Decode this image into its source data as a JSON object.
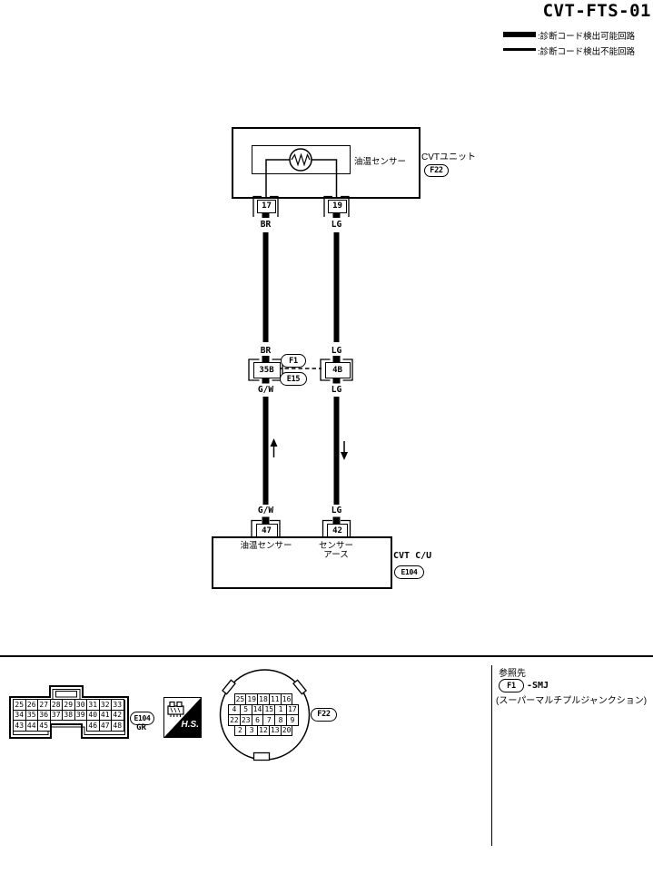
{
  "page_title": "CVT-FTS-01",
  "legend": {
    "detectable_label": ":診断コード検出可能回路",
    "undetectable_label": ":診断コード検出不能回路"
  },
  "colors": {
    "line": "#000000",
    "background": "#ffffff"
  },
  "cvt_unit": {
    "name": "CVTユニット",
    "connector_id": "F22",
    "sensor_label": "油温センサー",
    "pin_left": "17",
    "pin_right": "19",
    "wire_left": "BR",
    "wire_right": "LG"
  },
  "smj": {
    "top_connector_id": "F1",
    "bottom_connector_id": "E15",
    "left": {
      "wire_in": "BR",
      "terminal": "35B",
      "wire_out": "G/W"
    },
    "right": {
      "wire_in": "LG",
      "terminal": "4B",
      "wire_out": "LG"
    }
  },
  "cvt_cu": {
    "name": "CVT C/U",
    "connector_id": "E104",
    "left": {
      "wire": "G/W",
      "pin": "47",
      "label": "油温センサー"
    },
    "right": {
      "wire": "LG",
      "pin": "42",
      "label_line1": "センサー",
      "label_line2": "アース"
    }
  },
  "footer": {
    "e104": {
      "id": "E104",
      "color": "GR",
      "row1": [
        "25",
        "26",
        "27",
        "28",
        "29",
        "30",
        "31",
        "32",
        "33"
      ],
      "row2": [
        "34",
        "35",
        "36",
        "37",
        "38",
        "39",
        "40",
        "41",
        "42"
      ],
      "row3_left": [
        "43",
        "44",
        "45"
      ],
      "row3_right": [
        "46",
        "47",
        "48"
      ]
    },
    "hs_label": "H.S.",
    "f22": {
      "id": "F22",
      "row1": [
        "25",
        "19",
        "18",
        "11",
        "16"
      ],
      "row2": [
        "4",
        "5",
        "14",
        "15",
        "1",
        "17"
      ],
      "row3": [
        "22",
        "23",
        "6",
        "7",
        "8",
        "9"
      ],
      "row4": [
        "2",
        "3",
        "12",
        "13",
        "20"
      ]
    },
    "reference": {
      "heading": "参照先",
      "connector_id": "F1",
      "suffix": "-SMJ",
      "note": "(スーパーマルチプルジャンクション)"
    }
  }
}
